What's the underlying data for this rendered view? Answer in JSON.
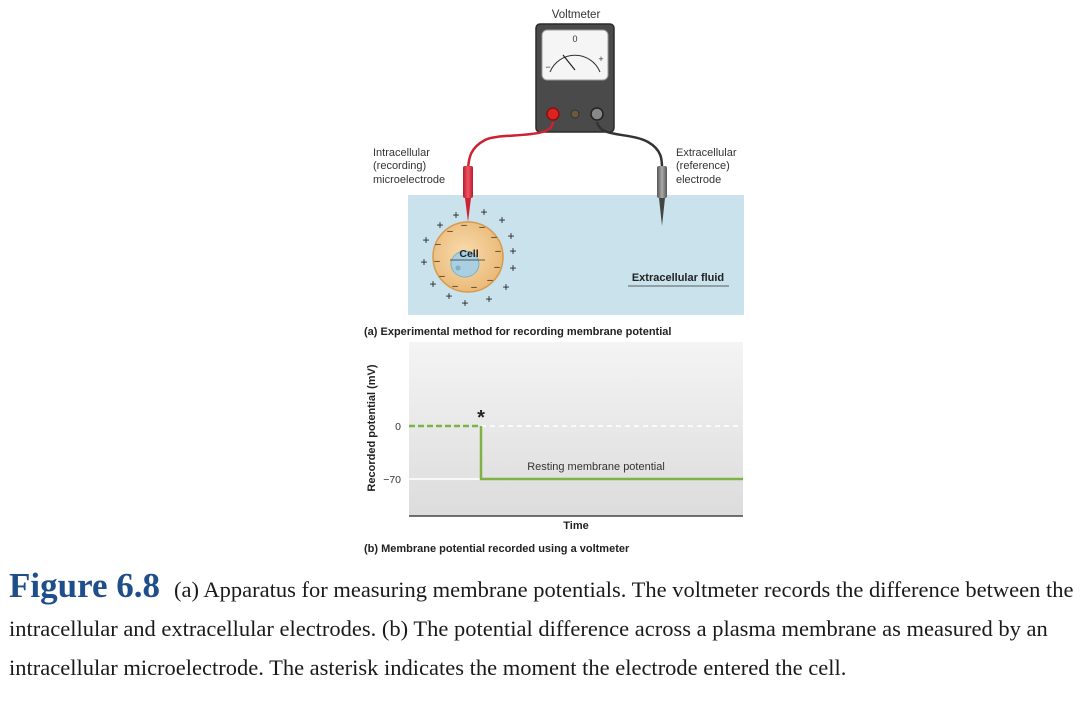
{
  "panel_a": {
    "voltmeter_label": "Voltmeter",
    "dial_zero": "0",
    "dial_minus": "−",
    "dial_plus": "+",
    "intracellular_lines": [
      "Intracellular",
      "(recording)",
      "microelectrode"
    ],
    "extracellular_lines": [
      "Extracellular",
      "(reference)",
      "electrode"
    ],
    "cell_label": "Cell",
    "fluid_label": "Extracellular fluid",
    "caption": "(a) Experimental method for recording membrane potential",
    "colors": {
      "fluid": "#c9e2ec",
      "cell": "#f3c88e",
      "red_lead": "#cc2233",
      "meter_body": "#4a4a4a"
    }
  },
  "panel_b": {
    "ylabel": "Recorded potential (mV)",
    "xlabel": "Time",
    "tick_zero": "0",
    "tick_minus70": "−70",
    "asterisk": "*",
    "annotation": "Resting membrane potential",
    "caption": "(b) Membrane potential recorded using a voltmeter",
    "colors": {
      "trace": "#7cb342",
      "background": "#e9e9e9"
    }
  },
  "chart_data": {
    "type": "line",
    "xlabel": "Time",
    "ylabel": "Recorded potential (mV)",
    "yticks": [
      0,
      -70
    ],
    "series": [
      {
        "values": [
          0,
          0,
          -70,
          -70
        ]
      }
    ]
  },
  "caption": {
    "label": "Figure 6.8",
    "text": "(a) Apparatus for measuring membrane potentials. The voltmeter records the difference between the intracellular and extracellular electrodes. (b) The potential difference across a plasma membrane as measured by an intracellular microelectrode. The asterisk indicates the moment the electrode entered the cell."
  }
}
